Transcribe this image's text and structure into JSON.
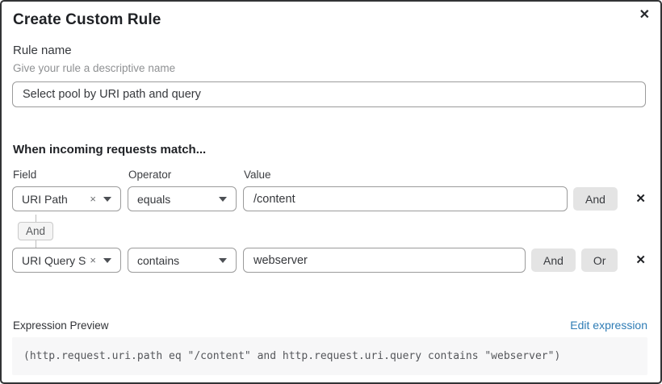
{
  "dialog": {
    "title": "Create Custom Rule"
  },
  "icons": {
    "close": "✕",
    "clear_selection": "×",
    "delete_row": "✕"
  },
  "rule_name": {
    "label": "Rule name",
    "help": "Give your rule a descriptive name",
    "value": "Select pool by URI path and query"
  },
  "matcher": {
    "heading": "When incoming requests match...",
    "columns": {
      "field": "Field",
      "operator": "Operator",
      "value": "Value"
    },
    "connector_label": "And",
    "rows": [
      {
        "field": "URI Path",
        "operator": "equals",
        "value": "/content",
        "and_label": "And"
      },
      {
        "field": "URI Query St...",
        "operator": "contains",
        "value": "webserver",
        "and_label": "And",
        "or_label": "Or"
      }
    ]
  },
  "expression": {
    "label": "Expression Preview",
    "edit_link": "Edit expression",
    "code": "(http.request.uri.path eq \"/content\" and http.request.uri.query contains \"webserver\")"
  },
  "colors": {
    "link": "#2e7cb5",
    "conjunction_button_bg": "#e4e4e4",
    "code_block_bg": "#f7f7f8",
    "dialog_border": "#323335"
  }
}
